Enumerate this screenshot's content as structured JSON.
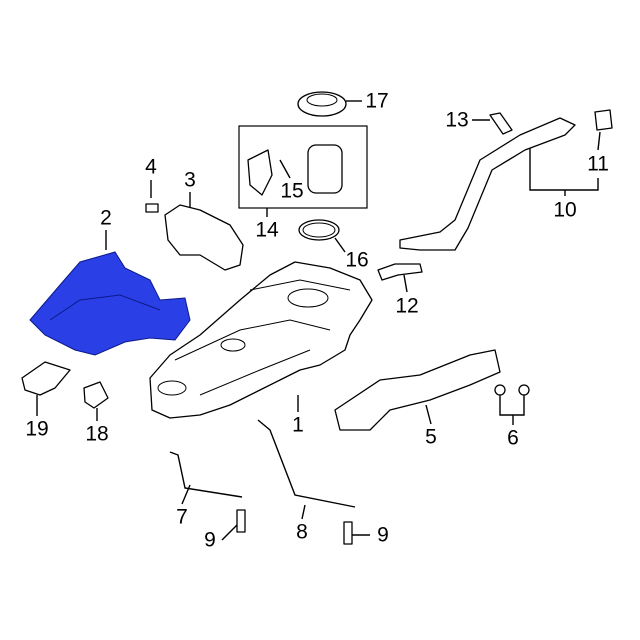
{
  "diagram": {
    "accent_color": "#2b3fe6",
    "callouts": [
      {
        "id": "1",
        "text": "1"
      },
      {
        "id": "2",
        "text": "2"
      },
      {
        "id": "3",
        "text": "3"
      },
      {
        "id": "4",
        "text": "4"
      },
      {
        "id": "5",
        "text": "5"
      },
      {
        "id": "6",
        "text": "6"
      },
      {
        "id": "7",
        "text": "7"
      },
      {
        "id": "8",
        "text": "8"
      },
      {
        "id": "9a",
        "text": "9"
      },
      {
        "id": "9b",
        "text": "9"
      },
      {
        "id": "10",
        "text": "10"
      },
      {
        "id": "11",
        "text": "11"
      },
      {
        "id": "12",
        "text": "12"
      },
      {
        "id": "13",
        "text": "13"
      },
      {
        "id": "14",
        "text": "14"
      },
      {
        "id": "15",
        "text": "15"
      },
      {
        "id": "16",
        "text": "16"
      },
      {
        "id": "17",
        "text": "17"
      },
      {
        "id": "18",
        "text": "18"
      },
      {
        "id": "19",
        "text": "19"
      }
    ]
  }
}
